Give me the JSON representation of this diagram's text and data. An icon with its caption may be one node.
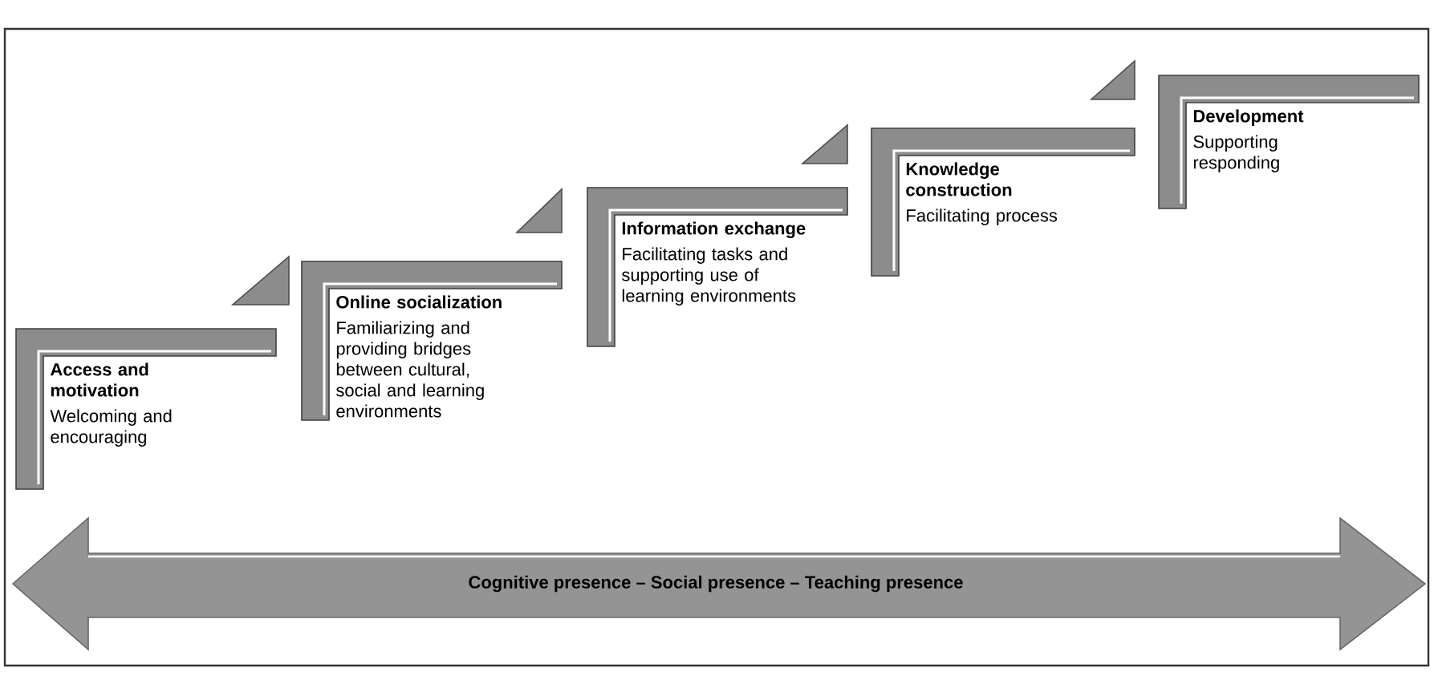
{
  "diagram": {
    "nodes": [
      {
        "text": [
          "Access and motivation",
          "Welcoming and encouraging"
        ]
      },
      {
        "text": [
          "Online socialization",
          "Familiarizing and providing bridges between cultural, social and learning environments"
        ]
      },
      {
        "text": [
          "Information exchange",
          "Facilitating tasks and supporting use of learning environments"
        ]
      },
      {
        "text": [
          "Knowledge construction",
          "Facilitating process"
        ]
      },
      {
        "text": [
          "Development",
          "Supporting responding"
        ]
      },
      {
        "text": [
          "Cognitive presence –  Social presence – Teaching presence"
        ]
      }
    ]
  }
}
